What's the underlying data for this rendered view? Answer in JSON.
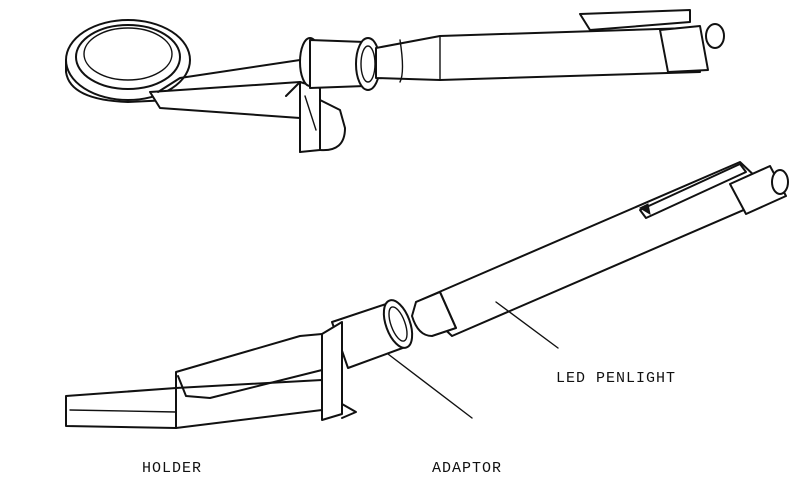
{
  "figure": {
    "labels": {
      "led_penlight": "LED PENLIGHT",
      "holder": "HOLDER",
      "adaptor": "ADAPTOR"
    },
    "ink_color": "#111111",
    "background_color": "#ffffff"
  }
}
